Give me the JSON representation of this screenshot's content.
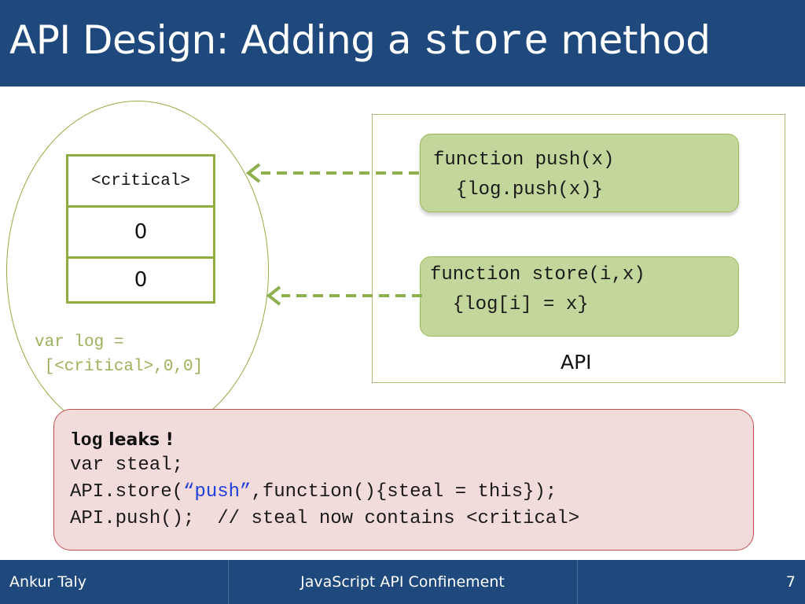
{
  "slide": {
    "title_prefix": "API Design: Adding a ",
    "title_code": "store",
    "title_suffix": " method"
  },
  "log_array": {
    "cells": [
      "<critical>",
      "0",
      "0"
    ],
    "declaration_line1": "var log =",
    "declaration_line2": " [<critical>,0,0]"
  },
  "api": {
    "label": "API",
    "push_line1": "function push(x)",
    "push_line2": "  {log.push(x)}",
    "store_line1": "function store(i,x)",
    "store_line2": "  {log[i] = x}"
  },
  "leak": {
    "heading_code": "log",
    "heading_text": " leaks !",
    "line1": "var steal;",
    "line2_prefix": "API.store(",
    "line2_string": "“push”",
    "line2_suffix": ",function(){steal = this});",
    "line3": "API.push();  // steal now contains <critical>"
  },
  "footer": {
    "author": "Ankur Taly",
    "talk_title": "JavaScript API Confinement",
    "page_number": "7"
  },
  "colors": {
    "header_blue": "#1f497d",
    "green_box": "#c3d69b",
    "green_border": "#8fad3f",
    "arrow_green": "#8fb04f",
    "leak_fill": "#f2dcdb",
    "leak_border": "#c0504d",
    "string_blue": "#1f3fd8"
  }
}
